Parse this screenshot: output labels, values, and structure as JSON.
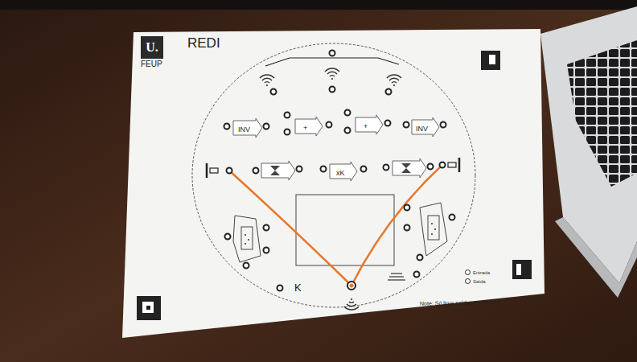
{
  "diagram": {
    "title": "REDI",
    "nodes": [
      {
        "text": [
          "U.",
          "FEUP"
        ]
      },
      {
        "text": [
          "INV"
        ]
      },
      {
        "text": [
          "+"
        ]
      },
      {
        "text": [
          "+"
        ]
      },
      {
        "text": [
          "INV"
        ]
      },
      {
        "text": [
          "xK"
        ]
      }
    ],
    "labels": [
      "K",
      "Note: Só ligar saídas a entradas"
    ],
    "legend": [
      {
        "text": "Entrada"
      },
      {
        "text": "Saída"
      }
    ]
  }
}
